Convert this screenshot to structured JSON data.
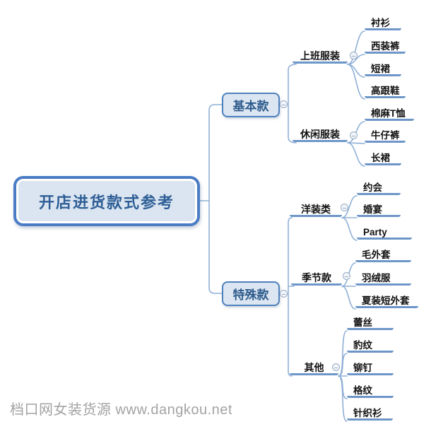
{
  "root": {
    "label": "开店进货款式参考"
  },
  "branches": [
    {
      "label": "基本款",
      "children": [
        {
          "label": "上班服装",
          "children": [
            "衬衫",
            "西装裤",
            "短裙",
            "高跟鞋"
          ]
        },
        {
          "label": "休闲服装",
          "children": [
            "棉麻T恤",
            "牛仔裤",
            "长裙"
          ]
        }
      ]
    },
    {
      "label": "特殊款",
      "children": [
        {
          "label": "洋装类",
          "children": [
            "约会",
            "婚宴",
            "Party"
          ]
        },
        {
          "label": "季节款",
          "children": [
            "毛外套",
            "羽绒服",
            "夏装短外套"
          ]
        },
        {
          "label": "其他",
          "children": [
            "蕾丝",
            "豹纹",
            "铆钉",
            "格纹",
            "针织衫"
          ]
        }
      ]
    }
  ],
  "watermark": {
    "text": "档口网女装货源 www.dangkou.net"
  },
  "icons": {
    "collapse": "minus-circle"
  },
  "colors": {
    "node_border": "#4f81bd",
    "node_fill": "#dce6f2",
    "central_border": "#4a7cc6",
    "central_fill": "#dbe5f1",
    "node_text": "#2f5c8d",
    "underline": "#6d96c8",
    "connector": "#8fb0d6",
    "label_text": "#111111",
    "watermark_text": "#a3a3a3"
  }
}
